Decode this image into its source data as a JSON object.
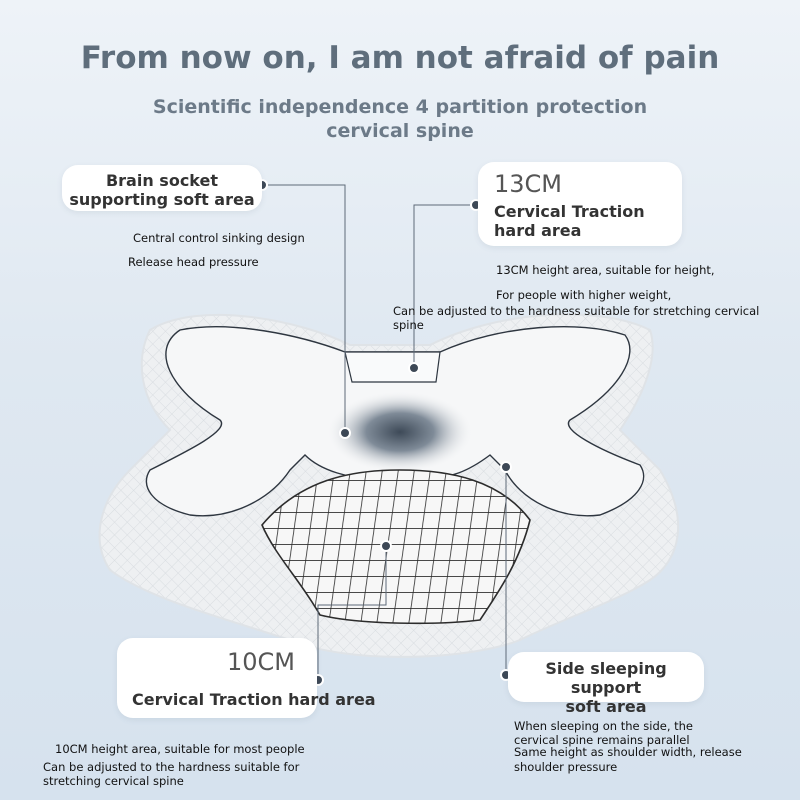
{
  "heading": {
    "title": "From now on, I am not afraid of pain",
    "subtitle_line1": "Scientific independence 4 partition protection",
    "subtitle_line2": "cervical spine"
  },
  "callouts": {
    "brain_socket": {
      "line1": "Brain socket",
      "line2": "supporting soft area",
      "note1": "Central control sinking design",
      "note2": "Release head pressure"
    },
    "traction_13": {
      "height": "13CM",
      "line1": "Cervical Traction",
      "line2": "hard area",
      "note1": "13CM height area, suitable for height,",
      "note2": "For people with higher weight,",
      "note3": "Can be adjusted to the hardness suitable for stretching cervical",
      "note4": "spine"
    },
    "traction_10": {
      "height": "10CM",
      "line1": "Cervical Traction hard area",
      "note1": "10CM height area, suitable for most people",
      "note2": "Can be adjusted to the hardness suitable for",
      "note3": "stretching cervical spine"
    },
    "side_sleeping": {
      "line1": "Side sleeping support",
      "line2": "soft area",
      "note1": "When sleeping on the side, the",
      "note2": "cervical spine remains parallel",
      "note3": "Same height as shoulder width, release",
      "note4": "shoulder pressure"
    }
  },
  "colors": {
    "title": "#5f6e7c",
    "dot": "#3d4856",
    "pillow": "#f4f5f6"
  },
  "icons": [
    "pillow-illustration"
  ]
}
